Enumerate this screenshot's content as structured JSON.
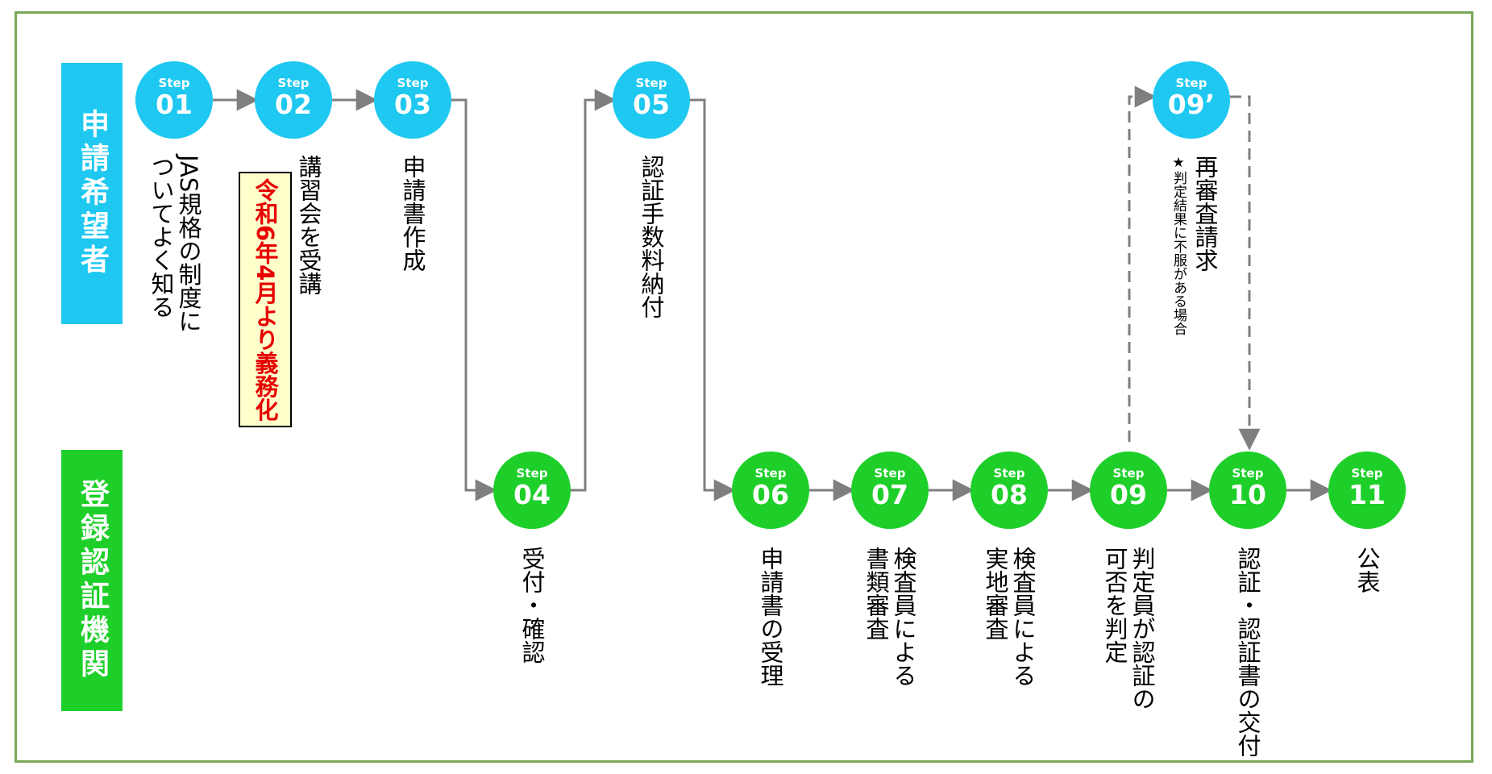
{
  "colors": {
    "applicant": "#1ec8f0",
    "certifier": "#1ecf2a",
    "frame": "#7aa858",
    "connector": "#7f7f7f",
    "notice_text": "#e60000",
    "notice_bg": "#ffffcc"
  },
  "lanes": {
    "applicant": "申請希望者",
    "certifier": "登録認証機関"
  },
  "steps": [
    {
      "label": "Step",
      "num": "01",
      "desc": "JAS規格の制度に\nついてよく知る"
    },
    {
      "label": "Step",
      "num": "02",
      "desc": "講習会を受講"
    },
    {
      "label": "Step",
      "num": "03",
      "desc": "申請書作成"
    },
    {
      "label": "Step",
      "num": "04",
      "desc": "受付・確認"
    },
    {
      "label": "Step",
      "num": "05",
      "desc": "認証手数料納付"
    },
    {
      "label": "Step",
      "num": "06",
      "desc": "申請書の受理"
    },
    {
      "label": "Step",
      "num": "07",
      "desc": "検査員による\n書類審査"
    },
    {
      "label": "Step",
      "num": "08",
      "desc": "検査員による\n実地審査"
    },
    {
      "label": "Step",
      "num": "09",
      "desc": "判定員が認証の\n可否を判定"
    },
    {
      "label": "Step",
      "num": "10",
      "desc": "認証・認証書の交付"
    },
    {
      "label": "Step",
      "num": "11",
      "desc": "公表"
    },
    {
      "label": "Step",
      "num": "09’",
      "desc": "再審査請求",
      "note": "★判定結果に不服がある場合"
    }
  ],
  "notice": "令和6年4月より義務化"
}
